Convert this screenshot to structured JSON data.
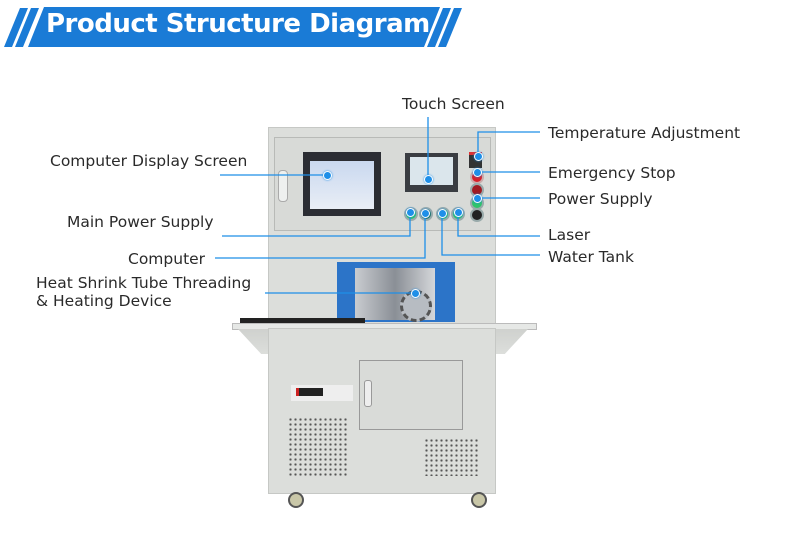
{
  "header": {
    "title": "Product Structure Diagram",
    "color": "#1a7bd6"
  },
  "accent_line_color": "#1e8fe8",
  "labels": {
    "touch_screen": "Touch Screen",
    "temperature_adjustment": "Temperature Adjustment",
    "emergency_stop": "Emergency Stop",
    "power_supply": "Power Supply",
    "laser": "Laser",
    "water_tank": "Water Tank",
    "computer_display_screen": "Computer Display Screen",
    "main_power_supply": "Main Power Supply",
    "computer": "Computer",
    "heat_shrink_line1": "Heat Shrink Tube Threading",
    "heat_shrink_line2": "& Heating Device"
  }
}
